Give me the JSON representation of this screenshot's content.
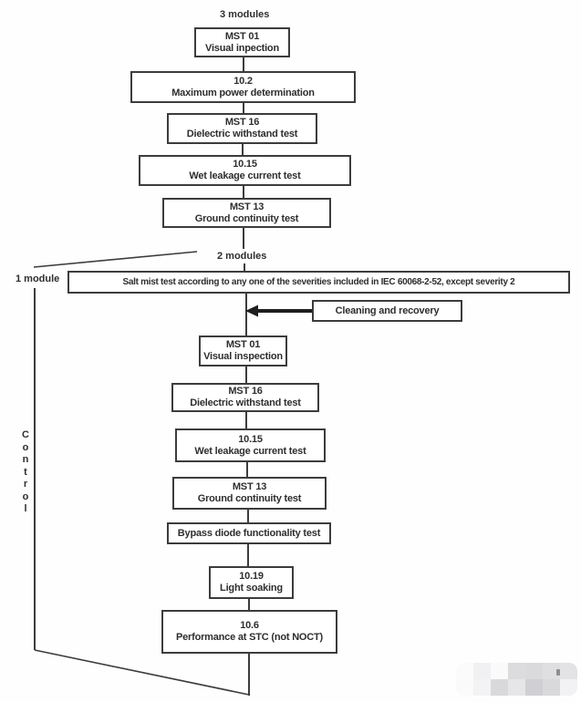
{
  "colors": {
    "line": "#3c3c3c",
    "text": "#2e2e2e",
    "background": "#fefefe"
  },
  "labels": {
    "three_modules": "3 modules",
    "two_modules": "2 modules",
    "one_module": "1 module",
    "control": "Control"
  },
  "boxes": {
    "mst01_top": {
      "code": "MST 01",
      "name": "Visual inpection"
    },
    "max_power": {
      "code": "10.2",
      "name": "Maximum power determination"
    },
    "mst16_top": {
      "code": "MST 16",
      "name": "Dielectric withstand test"
    },
    "wet_leakage_top": {
      "code": "10.15",
      "name": "Wet leakage current test"
    },
    "ground_top": {
      "code": "MST 13",
      "name": "Ground continuity test"
    },
    "salt_mist": {
      "name": "Salt mist test according to any one of the severities included in IEC 60068-2-52, except  severity 2"
    },
    "cleaning": {
      "name": "Cleaning and recovery"
    },
    "mst01_mid": {
      "code": "MST 01",
      "name": "Visual inspection"
    },
    "mst16_mid": {
      "code": "MST 16",
      "name": "Dielectric withstand test"
    },
    "wet_leakage_mid": {
      "code": "10.15",
      "name": "Wet leakage current test"
    },
    "ground_mid": {
      "code": "MST 13",
      "name": "Ground continuity test"
    },
    "bypass": {
      "name": "Bypass diode functionality test"
    },
    "light_soaking": {
      "code": "10.19",
      "name": "Light soaking"
    },
    "performance": {
      "code": "10.6",
      "name": "Performance at STC (not NOCT)"
    }
  },
  "watermark": {
    "rows": [
      [
        "#fbfbfc",
        "#f1f1f3",
        "#fafafa",
        "#dcdcdf",
        "#dadadd",
        "#dfdfe2",
        "#e3e3e6"
      ],
      [
        "#fafafb",
        "#f3f3f5",
        "#d9d9dc",
        "#e6e6e9",
        "#cfcfd4",
        "#d9d9dc",
        "#f2f2f4"
      ]
    ]
  }
}
